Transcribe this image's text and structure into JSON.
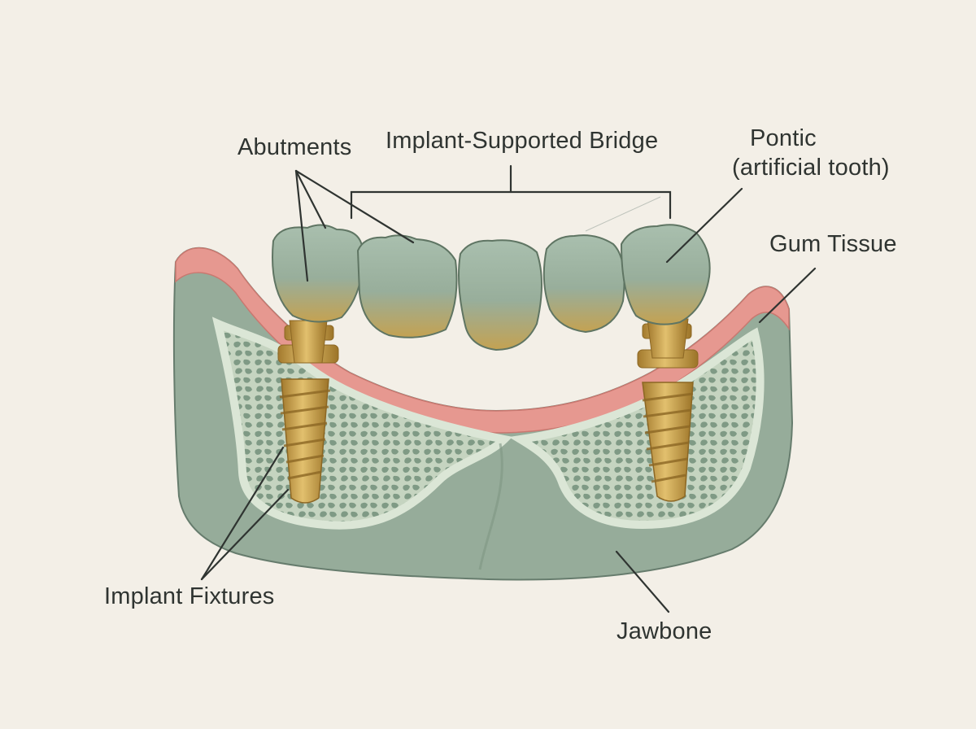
{
  "colors": {
    "background": "#f3efe7",
    "jaw": "#96ac9a",
    "jaw_outline": "#667c6d",
    "bone": "#c5d4c0",
    "bone_pores": "#7f9a85",
    "gum": "#e69890",
    "tooth": "#9db4a2",
    "tooth_gold": "#c4a252",
    "implant": "#c89d47",
    "leader_line": "#2f3431"
  },
  "labels": {
    "bridge": "Implant-Supported Bridge",
    "abutments": "Abutments",
    "pontic_line1": "Pontic",
    "pontic_line2": "(artificial tooth)",
    "gum_tissue": "Gum Tissue",
    "implant_fixtures": "Implant Fixtures",
    "jawbone": "Jawbone"
  }
}
